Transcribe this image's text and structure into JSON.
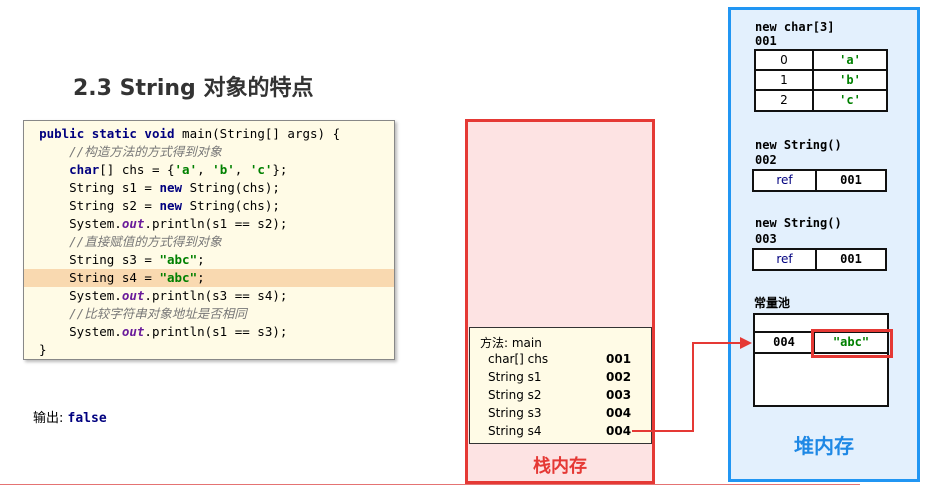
{
  "title": "2.3 String 对象的特点",
  "code": {
    "lines": [
      "public static void main(String[] args) {",
      "    //构造方法的方式得到对象",
      "    char[] chs = {'a', 'b', 'c'};",
      "    String s1 = new String(chs);",
      "    String s2 = new String(chs);",
      "    System.out.println(s1 == s2);",
      "    //直接赋值的方式得到对象",
      "    String s3 = \"abc\";",
      "    String s4 = \"abc\";",
      "    System.out.println(s3 == s4);",
      "    //比较字符串对象地址是否相同",
      "    System.out.println(s1 == s3);",
      "}"
    ]
  },
  "output": {
    "label": "输出:",
    "value": "false"
  },
  "stack": {
    "label": "栈内存",
    "frame_title": "方法: main",
    "rows": [
      {
        "name": "char[]  chs",
        "addr": "001"
      },
      {
        "name": "String  s1",
        "addr": "002"
      },
      {
        "name": "String  s2",
        "addr": "003"
      },
      {
        "name": "String  s3",
        "addr": "004"
      },
      {
        "name": "String  s4",
        "addr": "004"
      }
    ]
  },
  "heap": {
    "label": "堆内存",
    "char_array": {
      "header": "new char[3]",
      "addr": "001",
      "rows": [
        [
          "0",
          "'a'"
        ],
        [
          "1",
          "'b'"
        ],
        [
          "2",
          "'c'"
        ]
      ]
    },
    "string1": {
      "header": "new String()",
      "addr": "002",
      "ref": "ref",
      "value": "001"
    },
    "string2": {
      "header": "new String()",
      "addr": "003",
      "ref": "ref",
      "value": "001"
    },
    "pool": {
      "label": "常量池",
      "addr": "004",
      "value": "\"abc\""
    }
  }
}
